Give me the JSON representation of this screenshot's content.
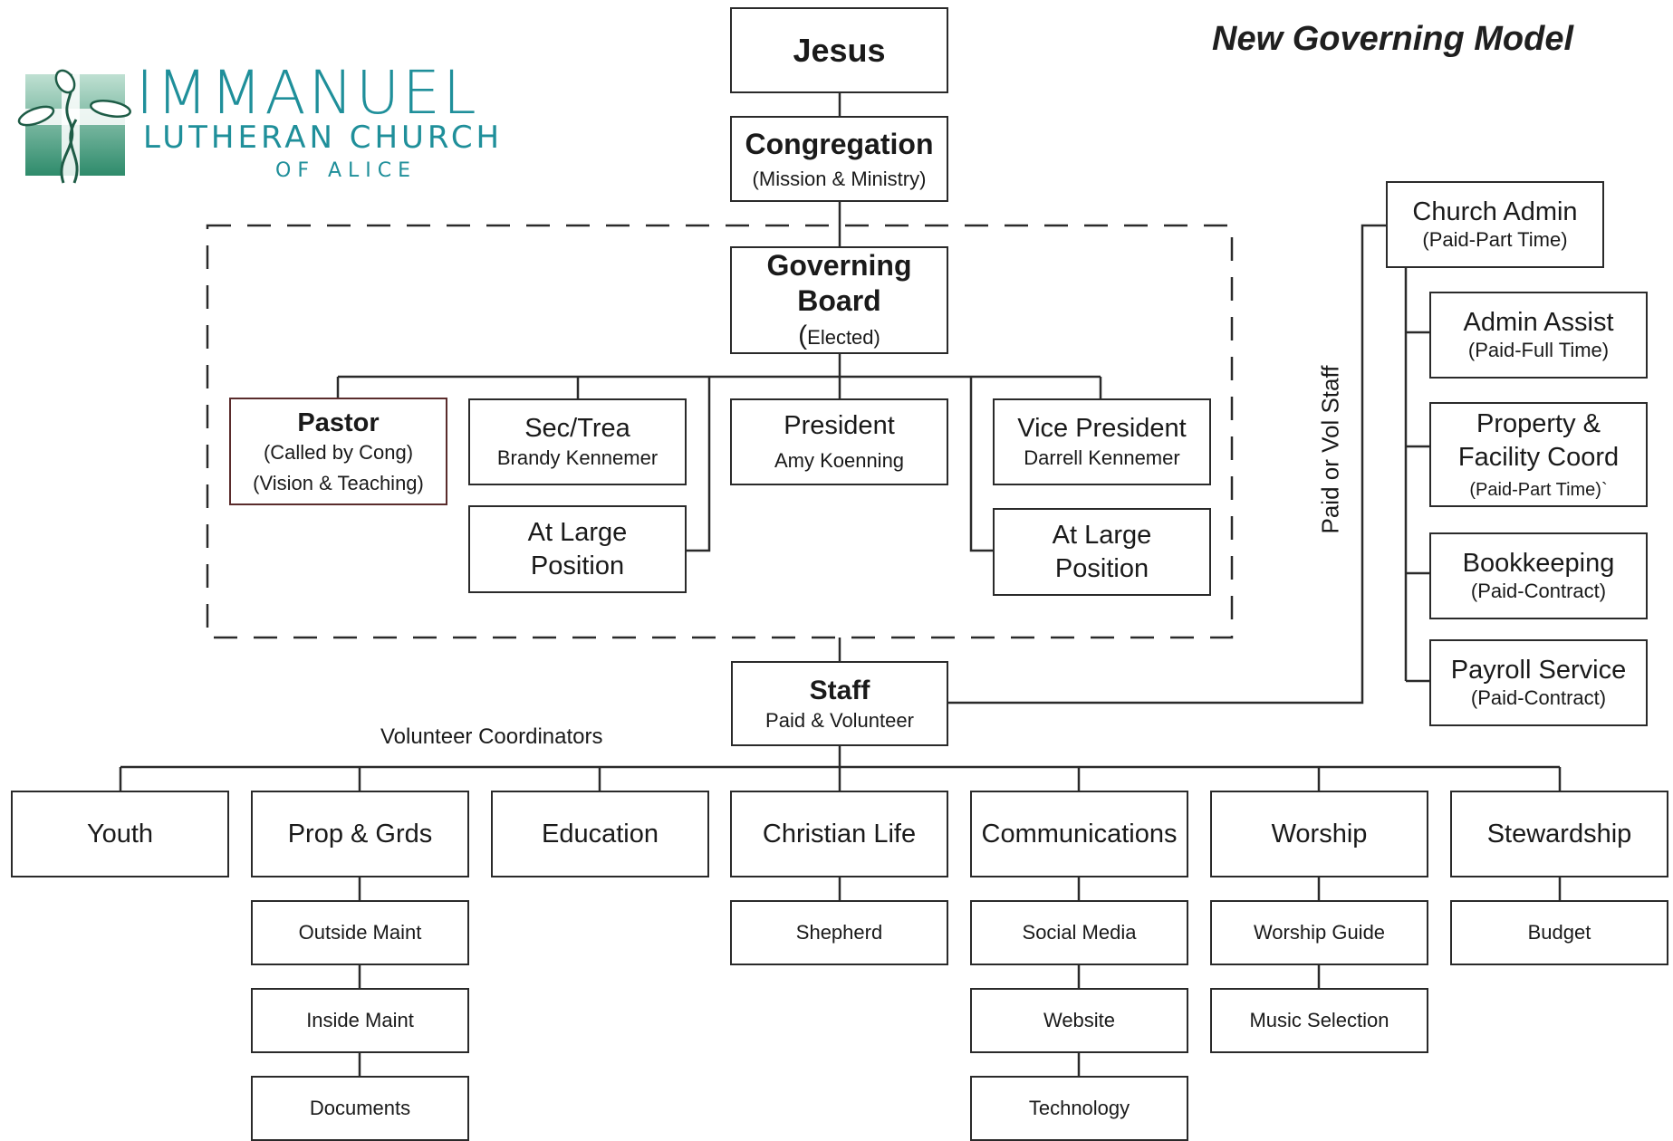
{
  "title": "New Governing Model",
  "logo": {
    "line1": "IMMANUEL",
    "line2": "LUTHERAN CHURCH",
    "line3": "OF ALICE",
    "colors": {
      "teal": "#1f8f9a",
      "green": "#2e8b57"
    }
  },
  "top": {
    "jesus": "Jesus",
    "congregation": {
      "title": "Congregation",
      "sub": "(Mission & Ministry)"
    },
    "board": {
      "title1": "Governing",
      "title2": "Board",
      "sub_paren": "(",
      "sub": "Elected)"
    }
  },
  "board_members": {
    "pastor": {
      "title": "Pastor",
      "line1": "(Called by Cong)",
      "line2": "(Vision & Teaching)"
    },
    "sec": {
      "title": "Sec/Trea",
      "name": "Brandy Kennemer"
    },
    "president": {
      "title": "President",
      "name": "Amy Koenning"
    },
    "vp": {
      "title": "Vice President",
      "name": "Darrell Kennemer"
    },
    "atlarge1": {
      "line1": "At Large",
      "line2": "Position"
    },
    "atlarge2": {
      "line1": "At Large",
      "line2": "Position"
    }
  },
  "staff": {
    "title": "Staff",
    "sub": "Paid & Volunteer"
  },
  "volunteer_label": "Volunteer Coordinators",
  "side_label": "Paid or Vol Staff",
  "admin": {
    "church_admin": {
      "title": "Church Admin",
      "sub": "(Paid-Part Time)"
    },
    "admin_assist": {
      "title": "Admin Assist",
      "sub": "(Paid-Full Time)"
    },
    "property": {
      "line1": "Property &",
      "line2": "Facility Coord",
      "sub": "(Paid-Part Time)`"
    },
    "bookkeeping": {
      "title": "Bookkeeping",
      "sub": "(Paid-Contract)"
    },
    "payroll": {
      "title": "Payroll Service",
      "sub": "(Paid-Contract)"
    }
  },
  "coordinators": {
    "youth": "Youth",
    "prop": "Prop & Grds",
    "education": "Education",
    "christian": "Christian Life",
    "communications": "Communications",
    "worship": "Worship",
    "stewardship": "Stewardship"
  },
  "sub_items": {
    "outside_maint": "Outside Maint",
    "inside_maint": "Inside Maint",
    "documents": "Documents",
    "shepherd": "Shepherd",
    "social_media": "Social Media",
    "website": "Website",
    "technology": "Technology",
    "worship_guide": "Worship Guide",
    "music_selection": "Music Selection",
    "budget": "Budget"
  }
}
